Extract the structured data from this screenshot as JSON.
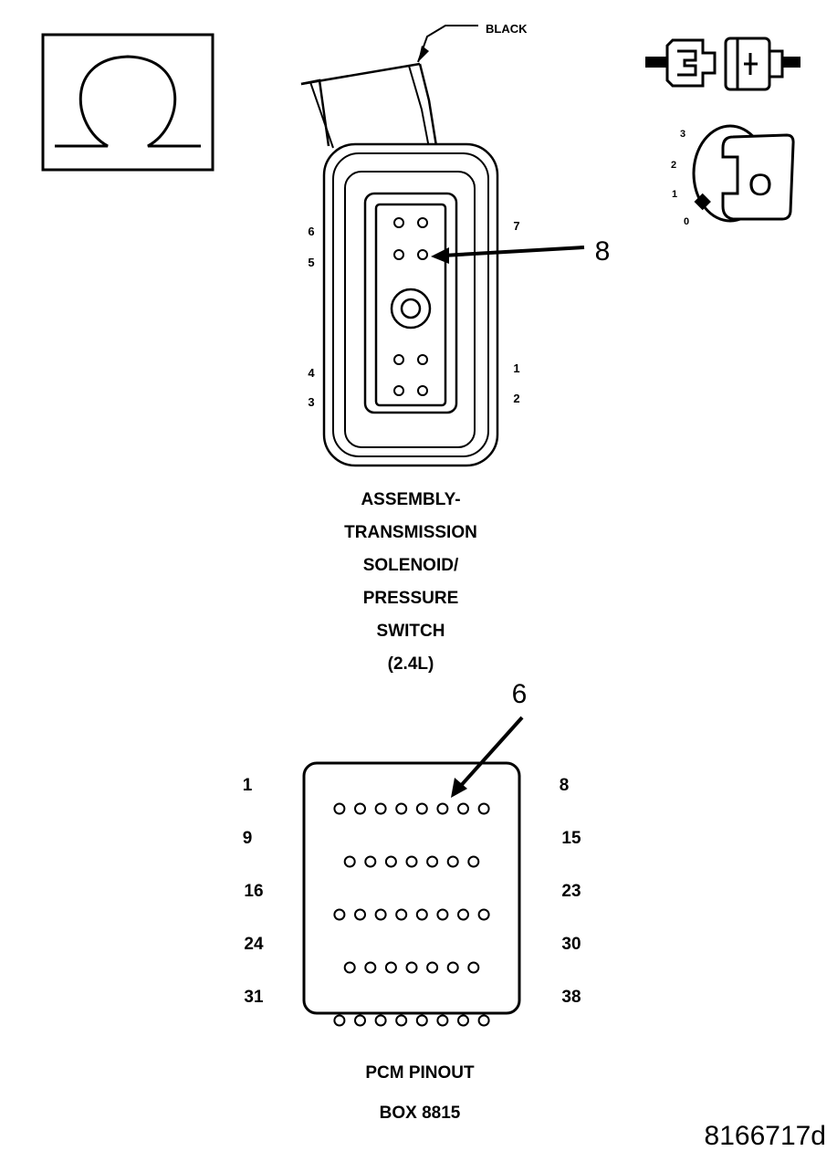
{
  "meter_symbol": {
    "icon": "ohm-symbol-icon"
  },
  "ignition": {
    "icons": [
      "connector-unplug-icon",
      "ignition-key-icon"
    ],
    "key_positions": [
      "3",
      "2",
      "1",
      "0"
    ],
    "key_letter": "O"
  },
  "solenoid_connector": {
    "wire_color_label": "BLACK",
    "cavity_labels_left": [
      "6",
      "5",
      "4",
      "3"
    ],
    "cavity_labels_right": [
      "7",
      "1",
      "2"
    ],
    "callout": "8",
    "caption_lines": [
      "ASSEMBLY-",
      "TRANSMISSION",
      "SOLENOID/",
      "PRESSURE",
      "SWITCH",
      "(2.4L)"
    ]
  },
  "pcm_connector": {
    "callout": "6",
    "row_labels_left": [
      "1",
      "9",
      "16",
      "24",
      "31"
    ],
    "row_labels_right": [
      "8",
      "15",
      "23",
      "30",
      "38"
    ],
    "row_pin_counts": [
      8,
      7,
      8,
      7,
      8
    ],
    "caption_lines": [
      "PCM PINOUT",
      "BOX 8815"
    ]
  },
  "figure_id": "8166717d"
}
